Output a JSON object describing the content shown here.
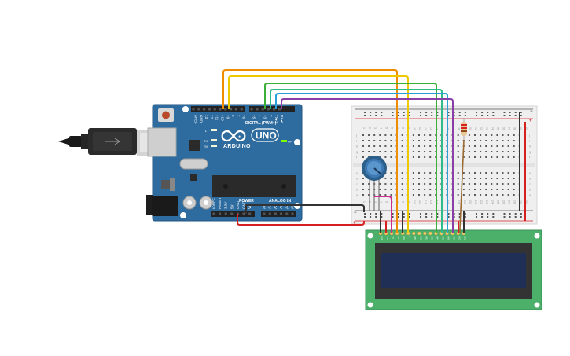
{
  "arduino": {
    "brand": "ARDUINO",
    "model": "UNO",
    "digital_header": "DIGITAL (PWM~)",
    "power_header": "POWER",
    "analog_header": "ANALOG IN",
    "on_label": "ON",
    "tx_label": "TX",
    "rx_label": "RX",
    "l_label": "L",
    "digital_pins": [
      "AREF",
      "GND",
      "13",
      "12",
      "~11",
      "~10",
      "~9",
      "8",
      "7",
      "~6",
      "~5",
      "4",
      "~3",
      "2",
      "TX▸1",
      "RX◂0"
    ],
    "power_pins": [
      "IOREF",
      "RESET",
      "3.3V",
      "5V",
      "GND",
      "GND",
      "Vin"
    ],
    "analog_pins": [
      "A0",
      "A1",
      "A2",
      "A3",
      "A4",
      "A5"
    ]
  },
  "breadboard": {
    "rows_top": [
      "j",
      "i",
      "h",
      "g",
      "f"
    ],
    "rows_bottom": [
      "e",
      "d",
      "c",
      "b",
      "a"
    ],
    "rail_minus": "−",
    "rail_plus": "+",
    "column_count": 30
  },
  "lcd": {
    "pin_labels": [
      "GND",
      "VCC",
      "V0",
      "RS",
      "RW",
      "E",
      "DB0",
      "DB1",
      "DB2",
      "DB3",
      "DB4",
      "DB5",
      "DB6",
      "DB7",
      "LED",
      "LED"
    ]
  },
  "colors": {
    "arduino_board": "#2e6b9e",
    "breadboard": "#f0f0f0",
    "lcd_pcb": "#4caf6a",
    "lcd_screen": "#1f2f55",
    "wire_orange": "#f08c00",
    "wire_yellow": "#f0c800",
    "wire_green": "#3ab03a",
    "wire_blue": "#2aa0d8",
    "wire_purple": "#8a3fa8",
    "wire_black": "#333333",
    "wire_red": "#d62020",
    "wire_pink": "#cc2c8c",
    "wire_brown": "#9a6a30"
  },
  "icons": [
    "usb-cable-icon",
    "reset-button-icon",
    "potentiometer-icon",
    "resistor-icon"
  ]
}
